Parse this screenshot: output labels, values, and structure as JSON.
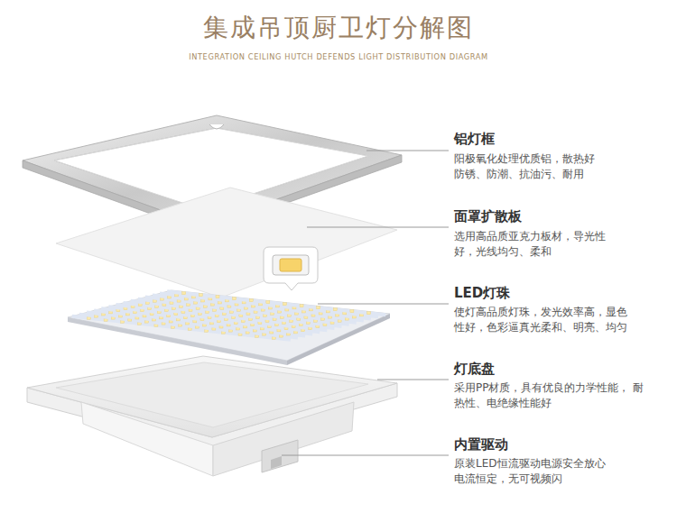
{
  "diagram": {
    "title": "集成吊顶厨卫灯分解图",
    "labels": [
      "INTEGRATION CEILING HUTCH DEFENDS LIGHT DISTRIBUTION DIAGRAM",
      "铝灯框",
      "阳极氧化处理优质铝，散热好 防锈、防潮、抗油污、耐用",
      "面罩扩散板",
      "选用高品质亚克力板材，导光性 好，光线均匀、柔和",
      "LED灯珠",
      "使灯高品质灯珠，发光效率高，显色 性好，色彩逼真光柔和、明亮、均匀",
      "灯底盘",
      "采用PP材质，具有优良的力学性能， 耐热性、电绝缘性能好",
      "内置驱动",
      "原装LED恒流驱动电源安全放心 电流恒定，无可视频闪"
    ]
  }
}
